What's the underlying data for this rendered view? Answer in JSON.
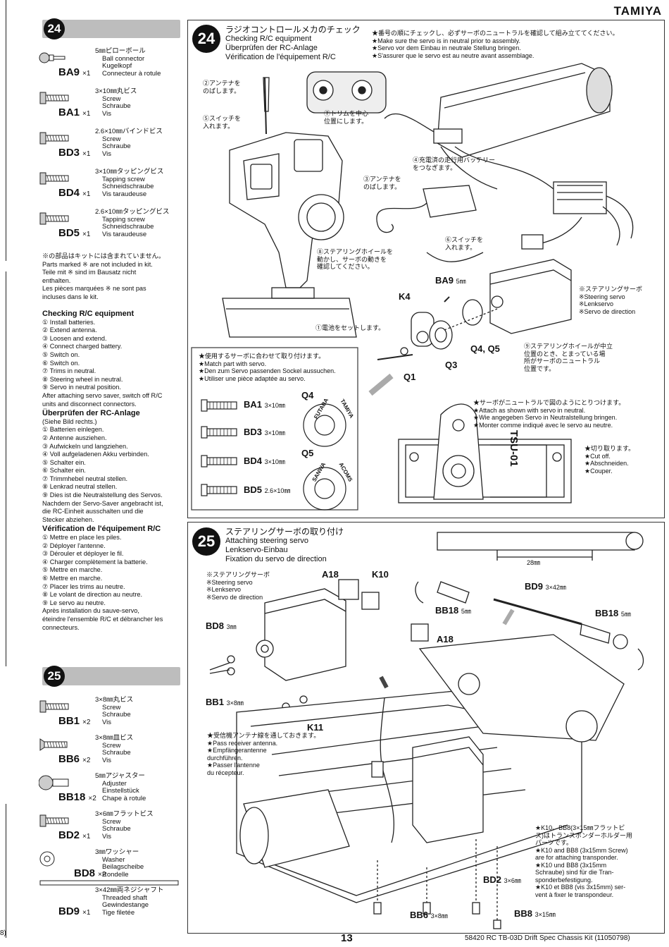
{
  "brand": "TAMIYA",
  "left": {
    "step24": "24",
    "step25": "25",
    "parts24": [
      {
        "code": "BA9",
        "qty": "×1",
        "names": [
          "5㎜ピローボール",
          "Ball connector",
          "Kugelkopf",
          "Connecteur à rotule"
        ]
      },
      {
        "code": "BA1",
        "qty": "×1",
        "names": [
          "3×10㎜丸ビス",
          "Screw",
          "Schraube",
          "Vis"
        ]
      },
      {
        "code": "BD3",
        "qty": "×1",
        "names": [
          "2.6×10㎜バインドビス",
          "Screw",
          "Schraube",
          "Vis"
        ]
      },
      {
        "code": "BD4",
        "qty": "×1",
        "names": [
          "3×10㎜タッピングビス",
          "Tapping screw",
          "Schneidschraube",
          "Vis taraudeuse"
        ]
      },
      {
        "code": "BD5",
        "qty": "×1",
        "names": [
          "2.6×10㎜タッピングビス",
          "Tapping screw",
          "Schneidschraube",
          "Vis taraudeuse"
        ]
      }
    ],
    "parts25": [
      {
        "code": "BB1",
        "qty": "×2",
        "names": [
          "3×8㎜丸ビス",
          "Screw",
          "Schraube",
          "Vis"
        ]
      },
      {
        "code": "BB6",
        "qty": "×2",
        "names": [
          "3×8㎜皿ビス",
          "Screw",
          "Schraube",
          "Vis"
        ]
      },
      {
        "code": "BB18",
        "qty": "×2",
        "names": [
          "5㎜アジャスター",
          "Adjuster",
          "Einstellstück",
          "Chape à rotule"
        ]
      },
      {
        "code": "BD2",
        "qty": "×1",
        "names": [
          "3×6㎜フラットビス",
          "Screw",
          "Schraube",
          "Vis"
        ]
      },
      {
        "code": "BD8",
        "qty": "×2",
        "names": [
          "3㎜ワッシャー",
          "Washer",
          "Beilagscheibe",
          "Rondelle"
        ]
      },
      {
        "code": "BD9",
        "qty": "×1",
        "names": [
          "3×42㎜両ネジシャフト",
          "Threaded shaft",
          "Gewindestange",
          "Tige filetée"
        ]
      }
    ],
    "notice": [
      "※の部品はキットには含まれていません。",
      "Parts marked ※ are not included in kit.",
      "Teile mit ※ sind im Bausatz nicht",
      "enthalten.",
      "Les pièces marquées ※ ne sont pas",
      "incluses dans le kit."
    ],
    "en_title": "Checking R/C equipment",
    "en_steps": [
      "① Install batteries.",
      "② Extend antenna.",
      "③ Loosen and extend.",
      "④ Connect charged battery.",
      "⑤ Switch on.",
      "⑥ Switch on.",
      "⑦ Trims in neutral.",
      "⑧ Steering wheel in neutral.",
      "⑨ Servo in neutral position.",
      "After attaching servo saver, switch off R/C",
      "units and disconnect connectors."
    ],
    "de_title": "Überprüfen der RC-Anlage",
    "de_steps": [
      "(Siehe Bild rechts.)",
      "① Batterien einlegen.",
      "② Antenne ausziehen.",
      "③ Aufwickeln und langziehen.",
      "④ Voll aufgeladenen Akku verbinden.",
      "⑤ Schalter ein.",
      "⑥ Schalter ein.",
      "⑦ Trimmhebel neutral stellen.",
      "⑧ Lenkrad neutral stellen.",
      "⑨ Dies ist die Neutralstellung des Servos.",
      "Nachdem der Servo-Saver angebracht ist,",
      "die RC-Einheit ausschalten und die",
      "Stecker abziehen."
    ],
    "fr_title": "Vérification de l'équipement R/C",
    "fr_steps": [
      "① Mettre en place les piles.",
      "② Déployer l'antenne.",
      "③ Dérouler et déployer le fil.",
      "④ Charger complètement la batterie.",
      "⑤ Mettre en marche.",
      "⑥ Mettre en marche.",
      "⑦ Placer les trims au neutre.",
      "⑧ Le volant de direction au neutre.",
      "⑨ Le servo au neutre.",
      "Après installation du sauve-servo,",
      "éteindre l'ensemble R/C et débrancher les",
      "connecteurs."
    ]
  },
  "panel24": {
    "num": "24",
    "title_jp": "ラジオコントロールメカのチェック",
    "title_en": "Checking R/C equipment",
    "title_de": "Überprüfen der RC-Anlage",
    "title_fr": "Vérification de l'équipement R/C",
    "notes": [
      "★番号の順にチェックし、必ずサーボのニュートラルを確認して組み立ててください。",
      "★Make sure the servo is in neutral prior to assembly.",
      "★Servo vor dem Einbau in neutrale Stellung bringen.",
      "★S'assurer que le servo est au neutre avant assemblage."
    ],
    "c2": [
      "②アンテナを",
      "のばします。"
    ],
    "c5": [
      "⑤スイッチを",
      "入れます。"
    ],
    "c7": [
      "⑦トリムを中心",
      "位置にします。"
    ],
    "c4": [
      "④充電済の走行用バッテリー",
      "をつなぎます。"
    ],
    "c3": [
      "③アンテナを",
      "のばします。"
    ],
    "c6": [
      "⑥スイッチを",
      "入れます。"
    ],
    "c8": [
      "⑧ステアリングホイールを",
      "動かし、サーボの動きを",
      "確認してください。"
    ],
    "c1": "①電池をセットします。",
    "c9": [
      "⑨ステアリングホイールが中立",
      "位置のとき、とまっている場",
      "所がサーボのニュートラル",
      "位置です。"
    ],
    "servo_note": [
      "※ステアリングサーボ",
      "※Steering servo",
      "※Lenkservo",
      "※Servo de direction"
    ],
    "ba9": "BA9",
    "ba9_size": "5㎜",
    "k4": "K4",
    "q4q5": "Q4, Q5",
    "q3": "Q3",
    "q1": "Q1",
    "match": [
      "★使用するサーボに合わせて取り付けます。",
      "★Match part with servo.",
      "★Den zum Servo passenden Sockel aussuchen.",
      "★Utiliser une pièce adaptée au servo."
    ],
    "screws": [
      {
        "code": "BA1",
        "size": "3×10㎜"
      },
      {
        "code": "BD3",
        "size": "3×10㎜"
      },
      {
        "code": "BD4",
        "size": "3×10㎜"
      },
      {
        "code": "BD5",
        "size": "2.6×10㎜"
      }
    ],
    "q4": "Q4",
    "q5": "Q5",
    "q4_brands": [
      "FUTABA",
      "TAMIYA"
    ],
    "q5_brands": [
      "SANWA",
      "ACOMS"
    ],
    "attach": [
      "★サーボがニュートラルで図のようにとりつけます。",
      "★Attach as shown with servo in neutral.",
      "★Wie angegeben Servo in Neutralstellung bringen.",
      "★Monter comme indiqué avec le servo au neutre."
    ],
    "cutoff": [
      "★切り取ります。",
      "★Cut off.",
      "★Abschneiden.",
      "★Couper."
    ],
    "servo_model": "TSU-01"
  },
  "panel25": {
    "num": "25",
    "title_jp": "ステアリングサーボの取り付け",
    "title_en": "Attaching steering servo",
    "title_de": "Lenkservo-Einbau",
    "title_fr": "Fixation du servo de direction",
    "servo_note": [
      "※ステアリングサーボ",
      "※Steering servo",
      "※Lenkservo",
      "※Servo de direction"
    ],
    "a18": "A18",
    "k10": "K10",
    "a18b": "A18",
    "bd8": "BD8",
    "bd8_size": "3㎜",
    "bb1": "BB1",
    "bb1_size": "3×8㎜",
    "len28": "28㎜",
    "bd9": "BD9",
    "bd9_size": "3×42㎜",
    "bb18a": "BB18",
    "bb18b": "BB18",
    "bb18_size": "5㎜",
    "k11": "K11",
    "antenna": [
      "★受信機アンテナ線を通しておきます。",
      "★Pass receiver antenna.",
      "★Empfängerantenne",
      "durchführen.",
      "★Passer l'antenne",
      "du récepteur."
    ],
    "k10note": [
      "★K10、BB8(3×15㎜フラットビ",
      "ス)はトランスポンダーホルダー用",
      "パーツです。",
      "★K10 and BB8 (3x15mm Screw)",
      "are for attaching transponder.",
      "★K10 und BB8 (3x15mm",
      "Schraube) sind für die Tran-",
      "sponderbefestigung.",
      "★K10 et BB8 (vis 3x15mm) ser-",
      "vent à fixer le transpondeur."
    ],
    "bd2": "BD2",
    "bd2_size": "3×6㎜",
    "bb6": "BB6",
    "bb6_size": "3×8㎜",
    "bb8": "BB8",
    "bb8_size": "3×15㎜"
  },
  "footer": {
    "page": "13",
    "caption": "58420 RC TB-03D Drift Spec Chassis Kit (11050798)",
    "corner": "8)"
  }
}
